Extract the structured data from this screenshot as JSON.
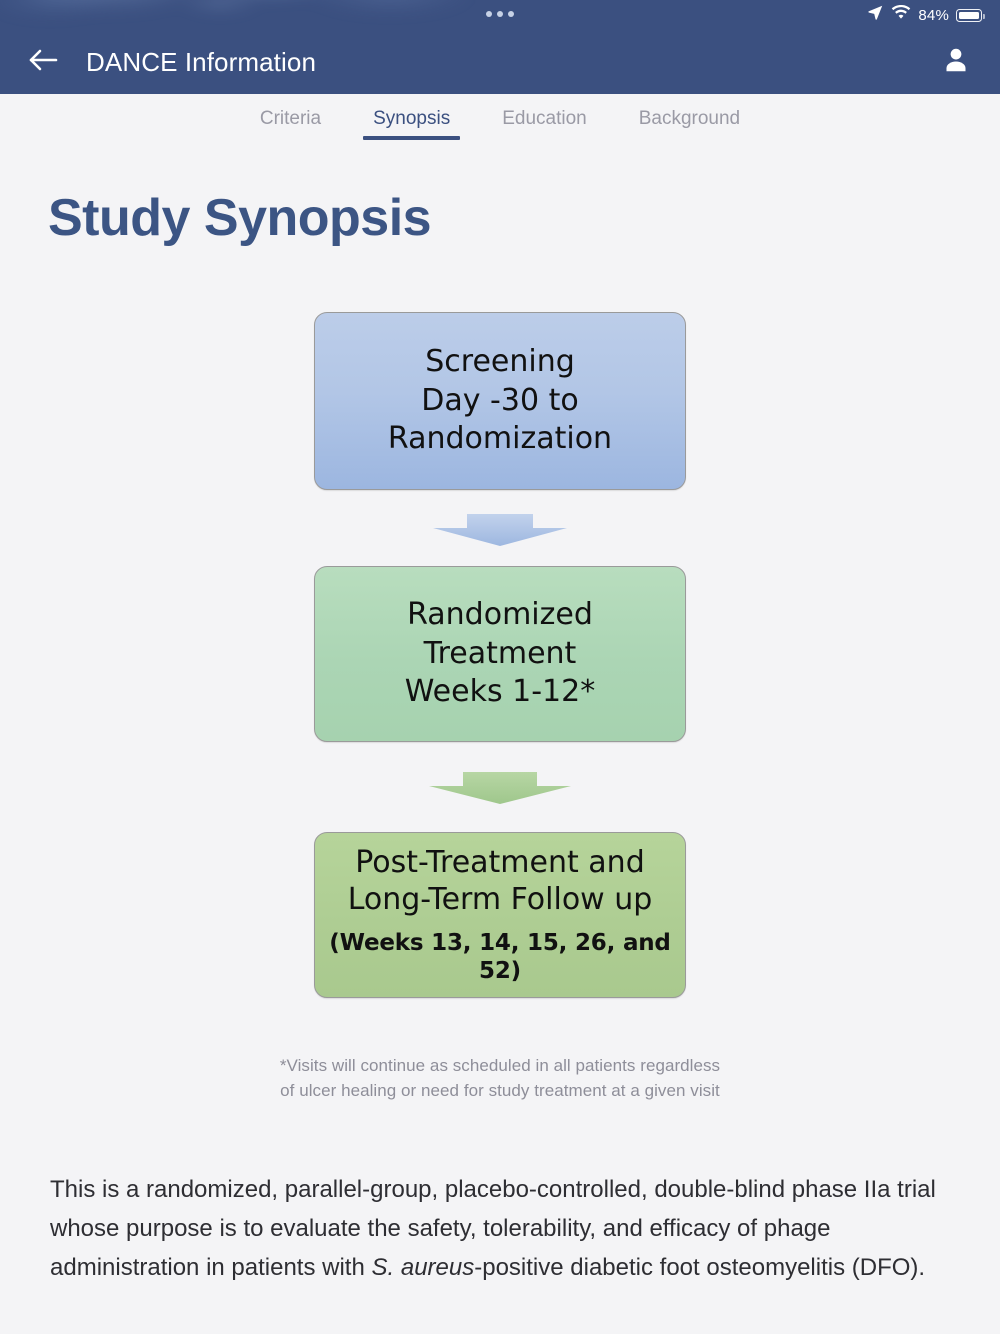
{
  "status_bar": {
    "dots_icon": "three-dots-icon",
    "location_icon": "location-arrow-icon",
    "wifi_icon": "wifi-icon",
    "battery_percent": "84%",
    "battery_level": 84,
    "battery_icon": "battery-icon"
  },
  "header": {
    "back_icon": "back-arrow-icon",
    "title": "DANCE Information",
    "account_icon": "person-icon",
    "background_color": "#3b5080"
  },
  "tabs": {
    "active_index": 1,
    "items": [
      {
        "label": "Criteria"
      },
      {
        "label": "Synopsis"
      },
      {
        "label": "Education"
      },
      {
        "label": "Background"
      }
    ],
    "active_color": "#3b5080",
    "inactive_color": "#9a9aa5"
  },
  "main": {
    "page_title": "Study Synopsis",
    "page_title_color": "#3c5584",
    "diagram": {
      "type": "flowchart",
      "steps": [
        {
          "id": "screening",
          "lines": [
            "Screening",
            "Day -30 to",
            "Randomization"
          ],
          "sublabel": "",
          "fill_color": "#b2c6e6",
          "border_color": "#9a9a9a"
        },
        {
          "id": "randomized-treatment",
          "lines": [
            "Randomized",
            "Treatment",
            "Weeks 1-12*"
          ],
          "sublabel": "",
          "fill_color": "#abd5b4",
          "border_color": "#9a9a9a"
        },
        {
          "id": "post-treatment-followup",
          "lines": [
            "Post-Treatment and",
            "Long-Term Follow up"
          ],
          "sublabel": "(Weeks 13, 14, 15, 26, and 52)",
          "fill_color": "#aecd93",
          "border_color": "#9a9a9a"
        }
      ],
      "arrows": [
        {
          "id": "arrow-screening-to-treatment",
          "color": "#aec4e6"
        },
        {
          "id": "arrow-treatment-to-followup",
          "color": "#a9cd96"
        }
      ],
      "footnote_line1": "*Visits will continue as scheduled in all patients regardless",
      "footnote_line2": "of ulcer healing or need for study treatment at a given visit"
    },
    "paragraph": {
      "part1": "This is a randomized, parallel-group, placebo-controlled, double-blind phase IIa trial whose purpose is to evaluate the safety, tolerability, and efficacy of phage administration in patients with ",
      "italic": "S. aureus",
      "part2": "-positive diabetic foot osteomyelitis (DFO)."
    }
  },
  "home_indicator": {
    "name": "home-indicator-bar"
  }
}
